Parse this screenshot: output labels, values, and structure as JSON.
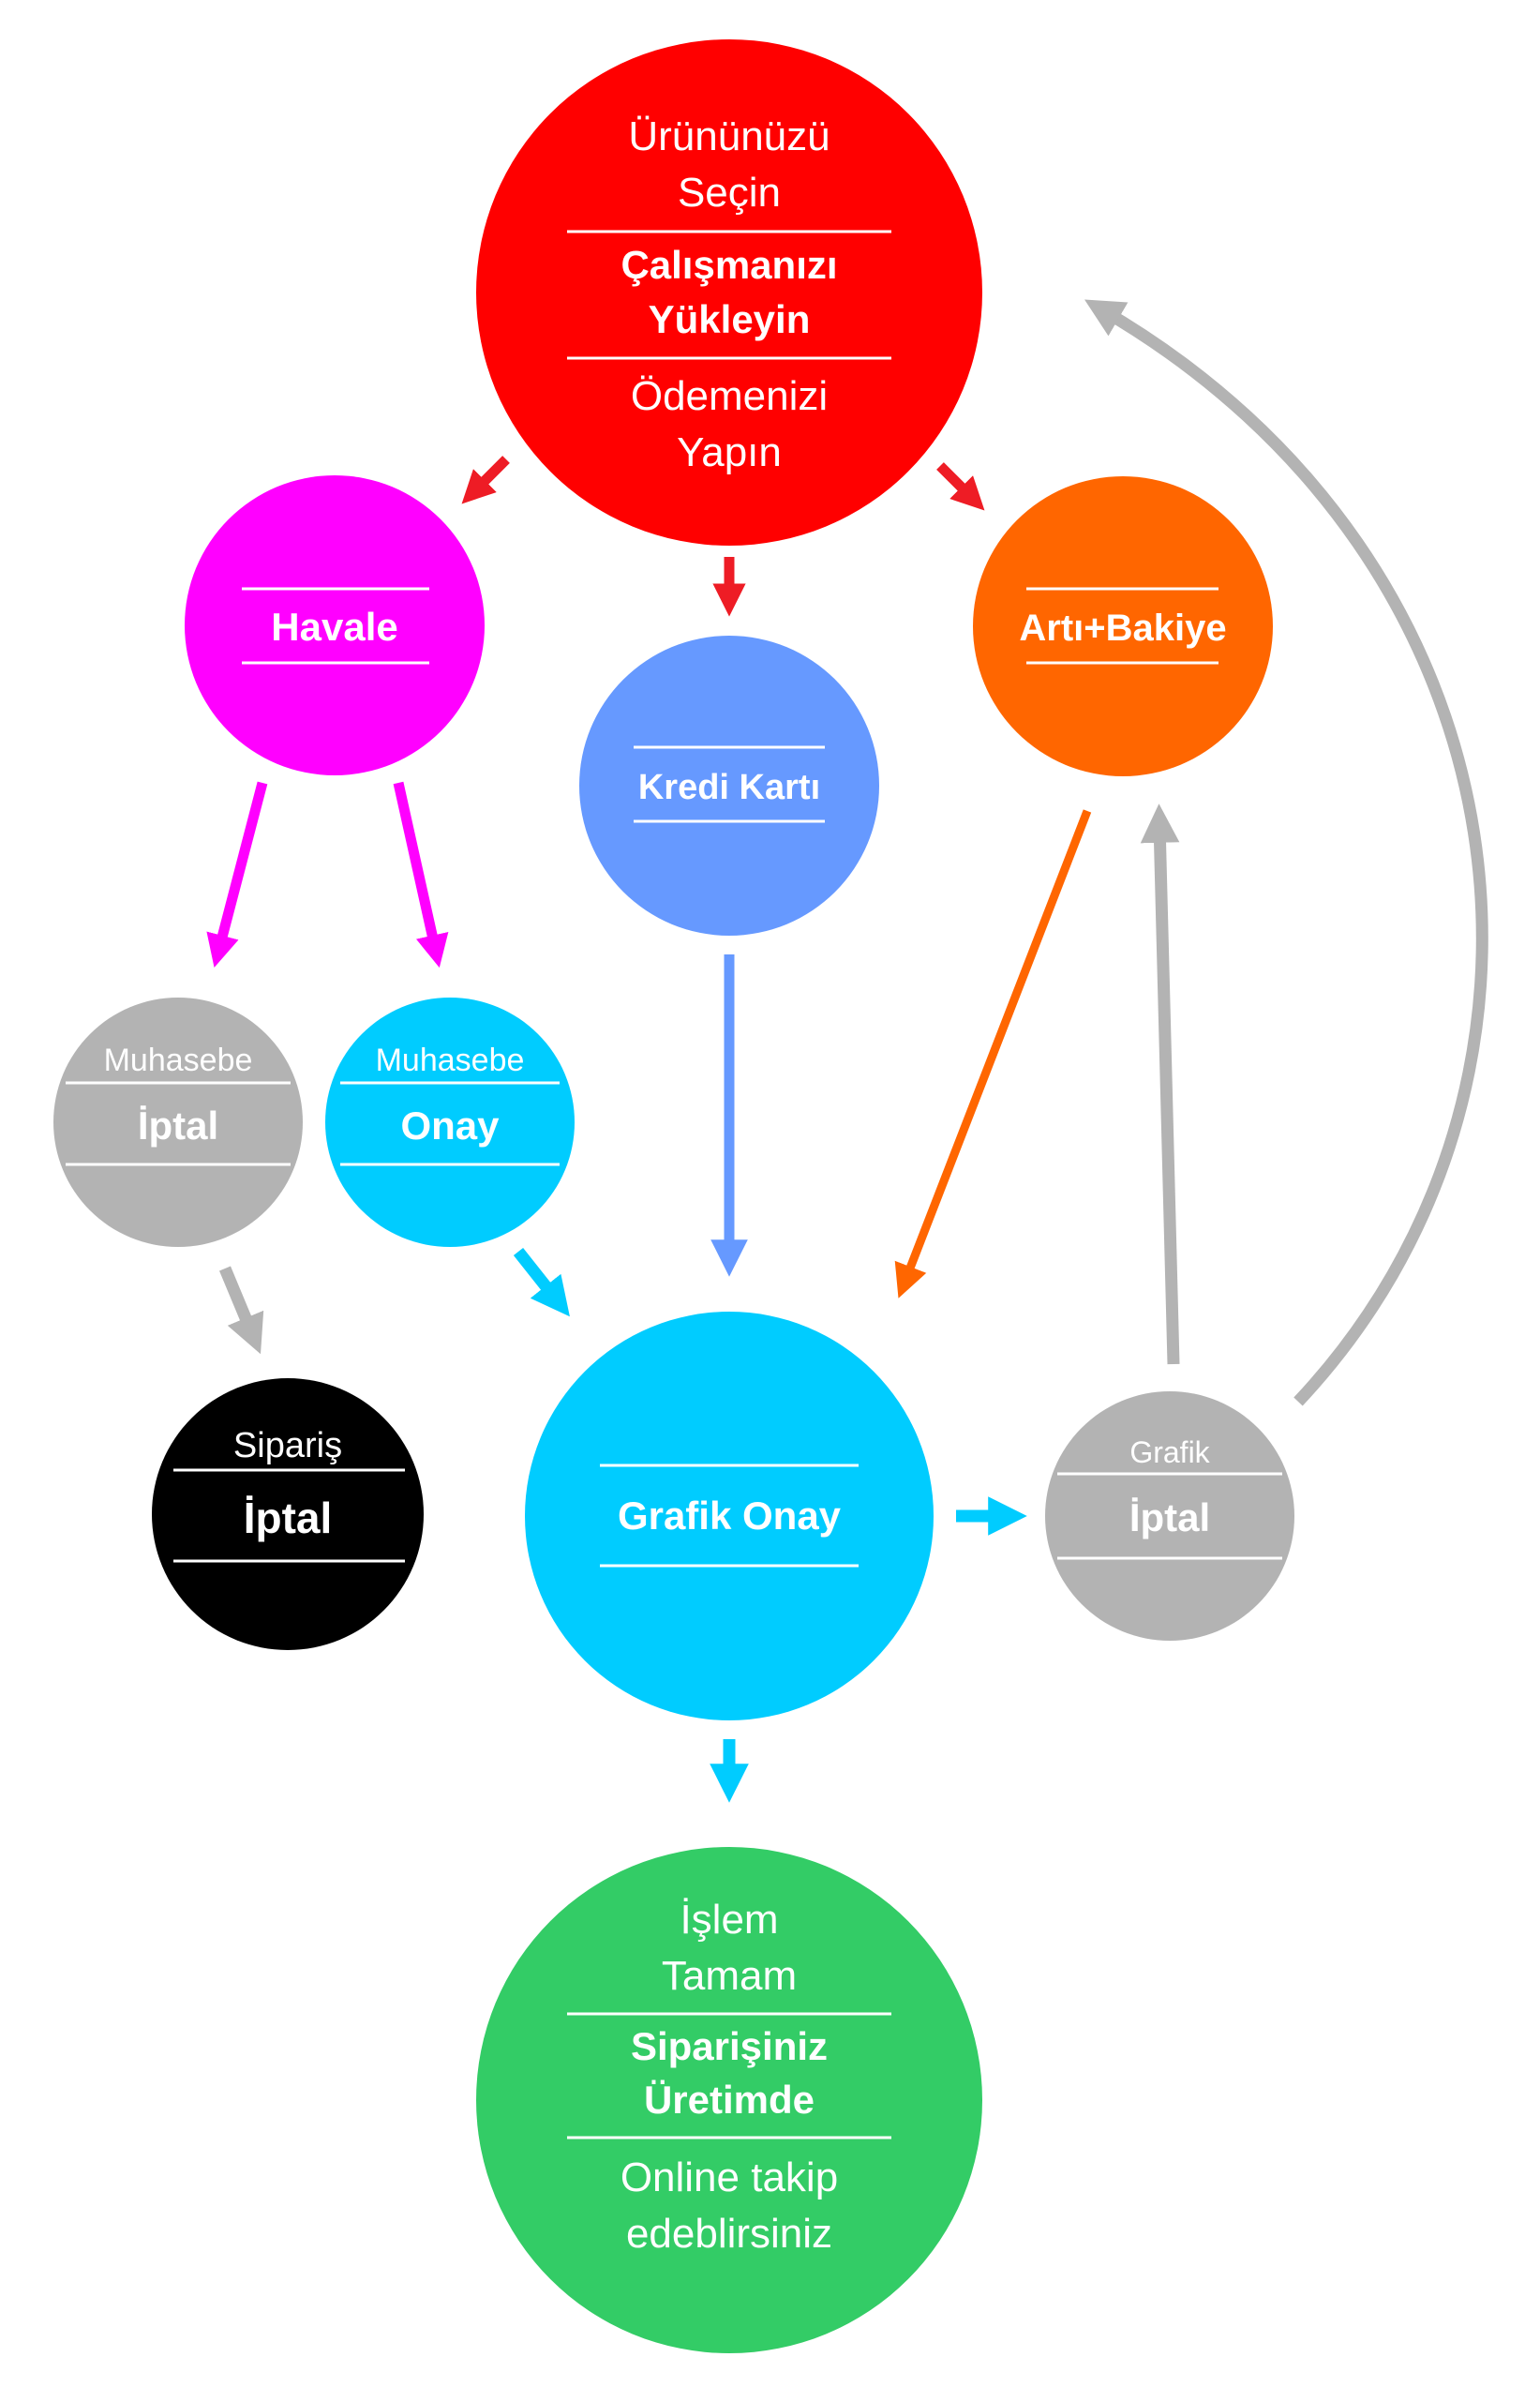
{
  "colors": {
    "start": "#ff0000",
    "havale": "#ff00ff",
    "kredi": "#6699ff",
    "bakiye": "#ff6600",
    "cancel": "#b3b3b3",
    "approve": "#00ccff",
    "order_cancel": "#000000",
    "done": "#33cc66",
    "arrow_red": "#ee1c25",
    "arrow_magenta": "#ff00ff",
    "arrow_blue": "#6699ff",
    "arrow_orange": "#ff6600",
    "arrow_gray": "#b3b3b3",
    "arrow_cyan": "#00ccff"
  },
  "nodes": {
    "start": {
      "step1": [
        "Ürününüzü",
        "Seçin"
      ],
      "step2": [
        "Çalışmanızı",
        "Yükleyin"
      ],
      "step3": [
        "Ödemenizi",
        "Yapın"
      ]
    },
    "havale": {
      "label": "Havale"
    },
    "kredi": {
      "label": "Kredi Kartı"
    },
    "bakiye": {
      "label": "Artı+Bakiye"
    },
    "muhasebe_iptal": {
      "subtitle": "Muhasebe",
      "label": "İptal"
    },
    "muhasebe_onay": {
      "subtitle": "Muhasebe",
      "label": "Onay"
    },
    "siparis_iptal": {
      "subtitle": "Sipariş",
      "label": "İptal"
    },
    "grafik_onay": {
      "label": "Grafik Onay"
    },
    "grafik_iptal": {
      "subtitle": "Grafik",
      "label": "İptal"
    },
    "done": {
      "line1": [
        "İşlem",
        "Tamam"
      ],
      "line2": [
        "Siparişiniz",
        "Üretimde"
      ],
      "line3": [
        "Online takip",
        "edeblirsiniz"
      ]
    }
  },
  "edges": [
    {
      "from": "start",
      "to": "havale",
      "color": "arrow_red"
    },
    {
      "from": "start",
      "to": "kredi",
      "color": "arrow_red"
    },
    {
      "from": "start",
      "to": "bakiye",
      "color": "arrow_red"
    },
    {
      "from": "havale",
      "to": "muhasebe_iptal",
      "color": "arrow_magenta"
    },
    {
      "from": "havale",
      "to": "muhasebe_onay",
      "color": "arrow_magenta"
    },
    {
      "from": "kredi",
      "to": "grafik_onay",
      "color": "arrow_blue"
    },
    {
      "from": "bakiye",
      "to": "grafik_onay",
      "color": "arrow_orange"
    },
    {
      "from": "muhasebe_iptal",
      "to": "siparis_iptal",
      "color": "arrow_gray"
    },
    {
      "from": "muhasebe_onay",
      "to": "grafik_onay",
      "color": "arrow_cyan"
    },
    {
      "from": "grafik_onay",
      "to": "grafik_iptal",
      "color": "arrow_cyan"
    },
    {
      "from": "grafik_iptal",
      "to": "bakiye",
      "color": "arrow_gray"
    },
    {
      "from": "grafik_iptal",
      "to": "start",
      "color": "arrow_gray"
    },
    {
      "from": "grafik_onay",
      "to": "done",
      "color": "arrow_cyan"
    }
  ]
}
